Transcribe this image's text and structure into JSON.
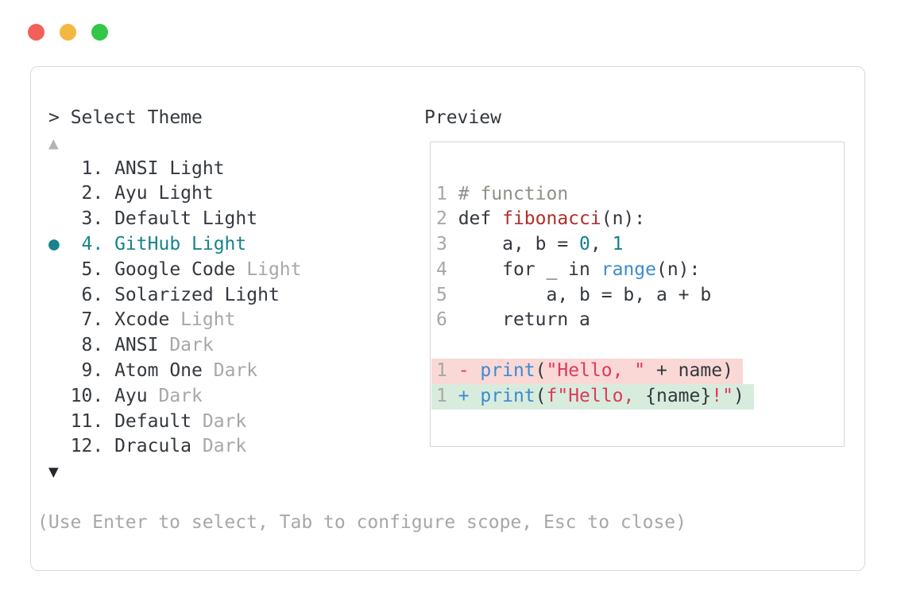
{
  "window": {
    "traffic_lights": [
      {
        "name": "close",
        "color": "#f1605a"
      },
      {
        "name": "minimize",
        "color": "#f3b840"
      },
      {
        "name": "zoom",
        "color": "#33c748"
      }
    ]
  },
  "dialog": {
    "prompt": "> Select Theme",
    "scroll_up_indicator": "▲",
    "scroll_down_indicator": "▼",
    "selected_marker": "●",
    "help_text": "(Use Enter to select, Tab to configure scope, Esc to close)",
    "themes": [
      {
        "number": "1",
        "label": "ANSI Light",
        "label_dim": "",
        "selected": false
      },
      {
        "number": "2",
        "label": "Ayu Light",
        "label_dim": "",
        "selected": false
      },
      {
        "number": "3",
        "label": "Default Light",
        "label_dim": "",
        "selected": false
      },
      {
        "number": "4",
        "label": "GitHub Light",
        "label_dim": "",
        "selected": true
      },
      {
        "number": "5",
        "label": "Google Code",
        "label_dim": "Light",
        "selected": false
      },
      {
        "number": "6",
        "label": "Solarized Light",
        "label_dim": "",
        "selected": false
      },
      {
        "number": "7",
        "label": "Xcode",
        "label_dim": "Light",
        "selected": false
      },
      {
        "number": "8",
        "label": "ANSI",
        "label_dim": "Dark",
        "selected": false
      },
      {
        "number": "9",
        "label": "Atom One",
        "label_dim": "Dark",
        "selected": false
      },
      {
        "number": "10",
        "label": "Ayu",
        "label_dim": "Dark",
        "selected": false
      },
      {
        "number": "11",
        "label": "Default",
        "label_dim": "Dark",
        "selected": false
      },
      {
        "number": "12",
        "label": "Dracula",
        "label_dim": "Dark",
        "selected": false
      }
    ]
  },
  "preview": {
    "title": "Preview",
    "code_lines": [
      {
        "bg": "",
        "tokens": [
          {
            "t": "1 ",
            "c": "lineno"
          },
          {
            "t": "# function",
            "c": "comment"
          }
        ]
      },
      {
        "bg": "",
        "tokens": [
          {
            "t": "2 ",
            "c": "lineno"
          },
          {
            "t": "def ",
            "c": "plain"
          },
          {
            "t": "fibonacci",
            "c": "func"
          },
          {
            "t": "(n):",
            "c": "plain"
          }
        ]
      },
      {
        "bg": "",
        "tokens": [
          {
            "t": "3 ",
            "c": "lineno"
          },
          {
            "t": "    a, b = ",
            "c": "plain"
          },
          {
            "t": "0",
            "c": "num"
          },
          {
            "t": ", ",
            "c": "plain"
          },
          {
            "t": "1",
            "c": "num"
          }
        ]
      },
      {
        "bg": "",
        "tokens": [
          {
            "t": "4 ",
            "c": "lineno"
          },
          {
            "t": "    for _ in ",
            "c": "plain"
          },
          {
            "t": "range",
            "c": "builtin"
          },
          {
            "t": "(n):",
            "c": "plain"
          }
        ]
      },
      {
        "bg": "",
        "tokens": [
          {
            "t": "5 ",
            "c": "lineno"
          },
          {
            "t": "        a, b = b, a + b",
            "c": "plain"
          }
        ]
      },
      {
        "bg": "",
        "tokens": [
          {
            "t": "6 ",
            "c": "lineno"
          },
          {
            "t": "    return a",
            "c": "plain"
          }
        ]
      },
      {
        "bg": "",
        "tokens": []
      },
      {
        "bg": "diff_removed_bg",
        "tokens": [
          {
            "t": "1 ",
            "c": "lineno"
          },
          {
            "t": "- ",
            "c": "minus"
          },
          {
            "t": "print",
            "c": "builtin"
          },
          {
            "t": "(",
            "c": "plain"
          },
          {
            "t": "\"Hello, \"",
            "c": "string"
          },
          {
            "t": " + name)",
            "c": "plain"
          }
        ]
      },
      {
        "bg": "diff_added_bg",
        "tokens": [
          {
            "t": "1 ",
            "c": "lineno"
          },
          {
            "t": "+ ",
            "c": "plus"
          },
          {
            "t": "print",
            "c": "builtin"
          },
          {
            "t": "(",
            "c": "plain"
          },
          {
            "t": "f\"Hello, ",
            "c": "string"
          },
          {
            "t": "{name}",
            "c": "plain"
          },
          {
            "t": "!\"",
            "c": "string"
          },
          {
            "t": ")",
            "c": "plain"
          }
        ]
      }
    ]
  },
  "colors": {
    "plain": "#33383e",
    "dim": "#a7a7a7",
    "lineno": "#a7a7a7",
    "selected": "#17838a",
    "comment": "#8b9286",
    "func": "#ae302c",
    "num": "#14808a",
    "builtin": "#3b8bd0",
    "string": "#dd3a5d",
    "minus": "#dd3a5d",
    "plus": "#3b8bd0",
    "diff_removed_bg": "#f9d8d6",
    "diff_added_bg": "#d8ecdd",
    "arrow_up": "#b3b3b3",
    "arrow_down": "#24282c",
    "panel_border": "#d9d9d9"
  }
}
